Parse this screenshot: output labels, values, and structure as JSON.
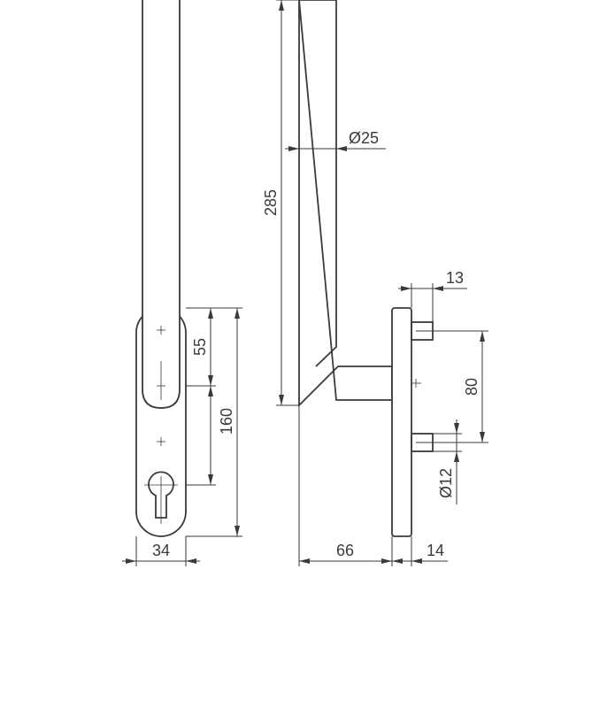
{
  "dimensions": {
    "handle_length": "285",
    "handle_diameter": "Ø25",
    "pin_length": "13",
    "pin_spacing": "80",
    "pin_diameter": "Ø12",
    "handle_offset": "66",
    "plate_thickness": "14",
    "upper_spacing": "55",
    "lower_spacing": "160",
    "plate_width": "34"
  }
}
